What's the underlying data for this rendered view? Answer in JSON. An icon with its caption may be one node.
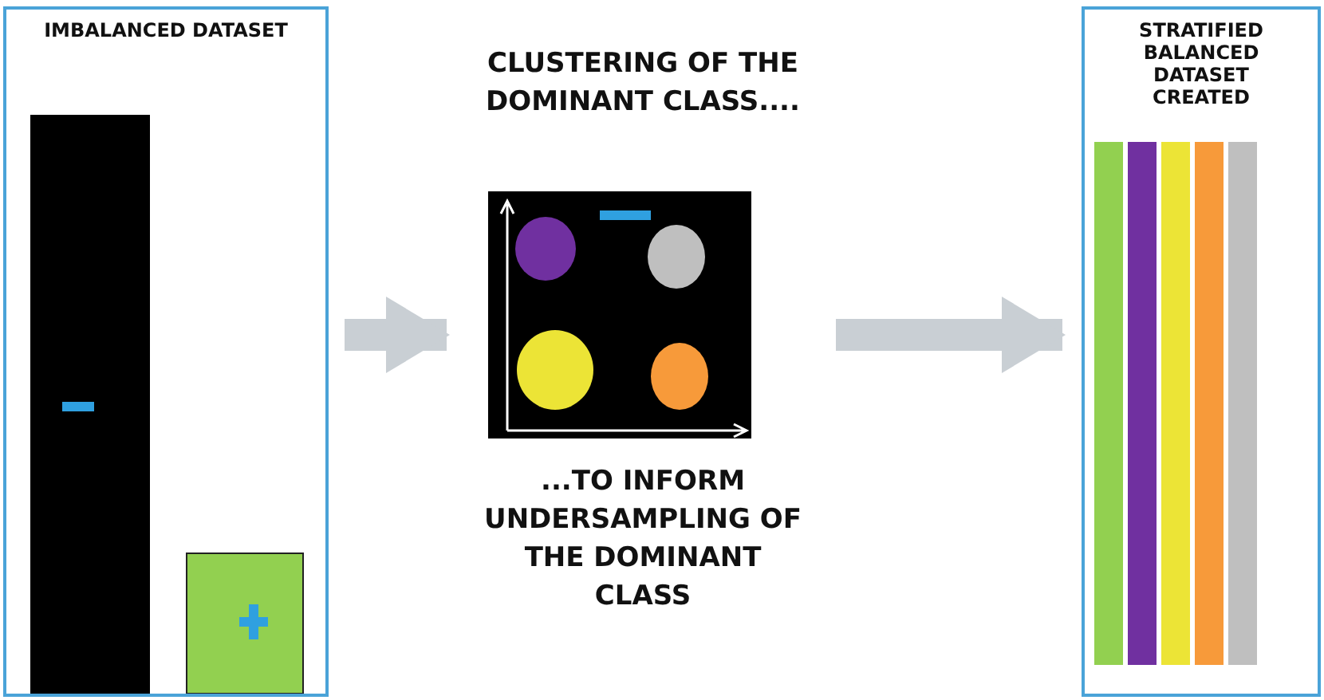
{
  "diagram": {
    "nodes": [
      {
        "text": [
          "IMBALANCED DATASET"
        ]
      },
      {
        "text": [
          "CLUSTERING OF THE DOMINANT CLASS....",
          "...TO INFORM UNDERSAMPLING OF THE DOMINANT CLASS"
        ]
      },
      {
        "text": [
          "STRATIFIED BALANCED DATASET CREATED"
        ]
      }
    ],
    "edges": [
      {
        "from": 0,
        "to": 1,
        "arrow": "to"
      },
      {
        "from": 1,
        "to": 2,
        "arrow": "to"
      }
    ]
  }
}
